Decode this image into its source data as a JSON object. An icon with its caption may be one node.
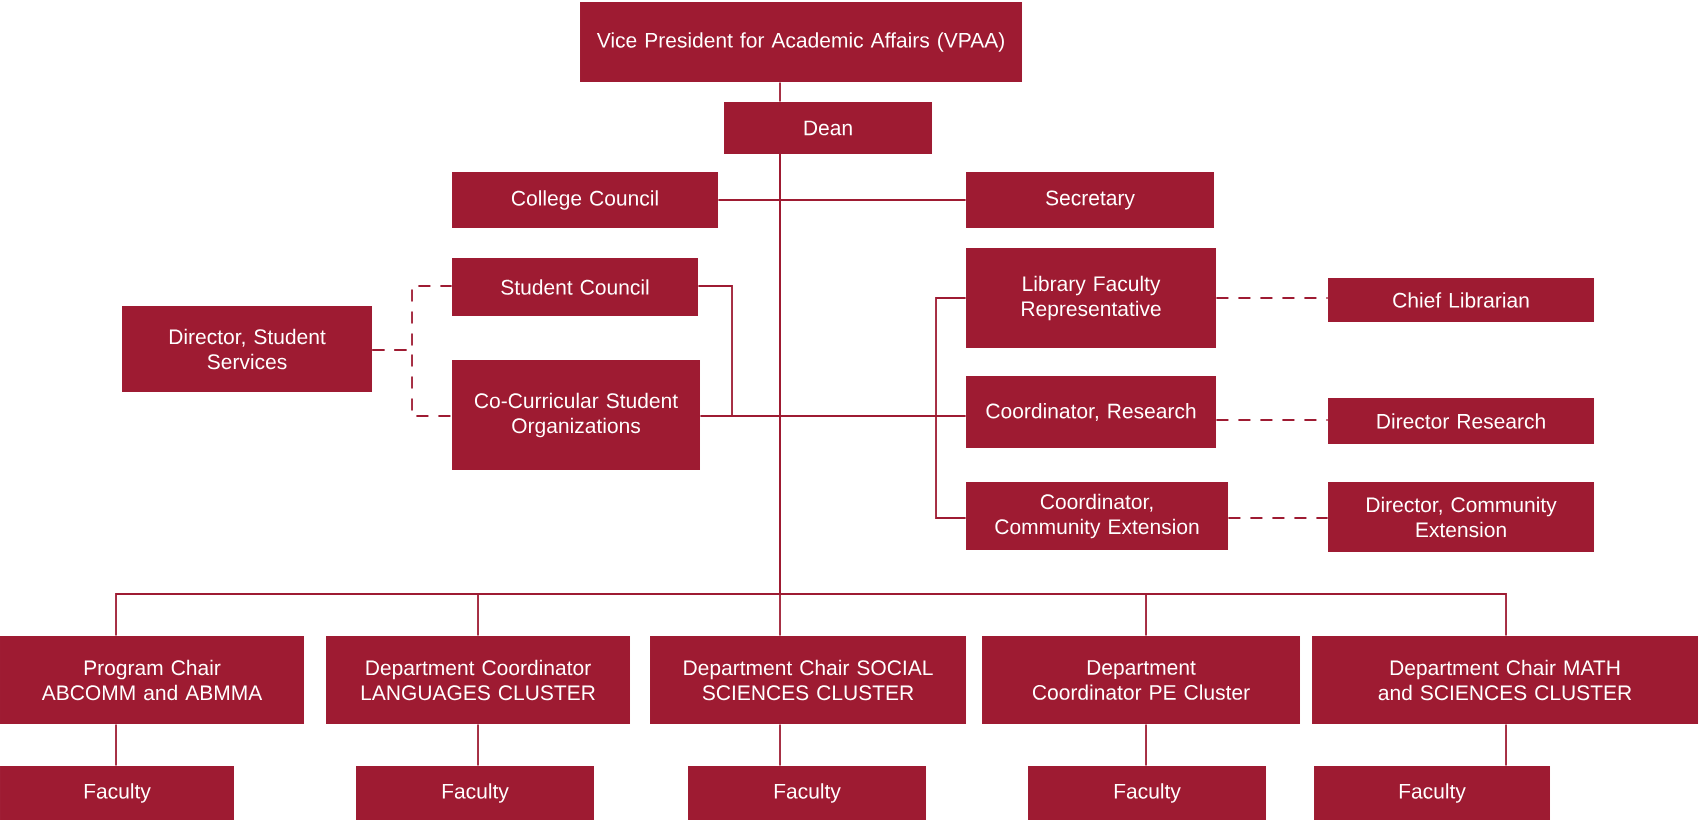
{
  "diagram": {
    "nodes": [
      {
        "text": [
          "Vice President for Academic Affairs (VPAA)"
        ]
      },
      {
        "text": [
          "Dean"
        ]
      },
      {
        "text": [
          "College Council"
        ]
      },
      {
        "text": [
          "Secretary"
        ]
      },
      {
        "text": [
          "Student Council"
        ]
      },
      {
        "text": [
          "Director, Student Services"
        ]
      },
      {
        "text": [
          "Co-Curricular Student Organizations"
        ]
      },
      {
        "text": [
          "Library Faculty Representative"
        ]
      },
      {
        "text": [
          "Chief Librarian"
        ]
      },
      {
        "text": [
          "Coordinator, Research"
        ]
      },
      {
        "text": [
          "Director Research"
        ]
      },
      {
        "text": [
          "Coordinator, Community Extension"
        ]
      },
      {
        "text": [
          "Director, Community Extension"
        ]
      },
      {
        "text": [
          "Program Chair ABCOMM and ABMMA"
        ]
      },
      {
        "text": [
          "Department Coordinator LANGUAGES CLUSTER"
        ]
      },
      {
        "text": [
          "Department Chair SOCIAL SCIENCES CLUSTER"
        ]
      },
      {
        "text": [
          "Department Coordinator PE Cluster"
        ]
      },
      {
        "text": [
          "Department Chair MATH and SCIENCES CLUSTER"
        ]
      },
      {
        "text": [
          "Faculty"
        ]
      },
      {
        "text": [
          "Faculty"
        ]
      },
      {
        "text": [
          "Faculty"
        ]
      },
      {
        "text": [
          "Faculty"
        ]
      },
      {
        "text": [
          "Faculty"
        ]
      }
    ],
    "edges": [
      {
        "from": 0,
        "to": 1,
        "arrow": "none"
      },
      {
        "from": 1,
        "to": 2,
        "arrow": "none"
      },
      {
        "from": 1,
        "to": 3,
        "arrow": "none"
      },
      {
        "from": 1,
        "to": 4,
        "arrow": "none"
      },
      {
        "from": 1,
        "to": 6,
        "arrow": "none"
      },
      {
        "from": 1,
        "to": 7,
        "arrow": "none"
      },
      {
        "from": 1,
        "to": 9,
        "arrow": "none"
      },
      {
        "from": 1,
        "to": 11,
        "arrow": "none"
      },
      {
        "from": 1,
        "to": 13,
        "arrow": "none"
      },
      {
        "from": 1,
        "to": 14,
        "arrow": "none"
      },
      {
        "from": 1,
        "to": 15,
        "arrow": "none"
      },
      {
        "from": 1,
        "to": 16,
        "arrow": "none"
      },
      {
        "from": 1,
        "to": 17,
        "arrow": "none"
      },
      {
        "from": 13,
        "to": 18,
        "arrow": "none"
      },
      {
        "from": 14,
        "to": 19,
        "arrow": "none"
      },
      {
        "from": 15,
        "to": 20,
        "arrow": "none"
      },
      {
        "from": 16,
        "to": 21,
        "arrow": "none"
      },
      {
        "from": 17,
        "to": 22,
        "arrow": "none"
      },
      {
        "from": 5,
        "to": 4,
        "arrow": "none",
        "style": "dashed"
      },
      {
        "from": 5,
        "to": 6,
        "arrow": "none",
        "style": "dashed"
      },
      {
        "from": 7,
        "to": 8,
        "arrow": "none",
        "style": "dashed"
      },
      {
        "from": 9,
        "to": 10,
        "arrow": "none",
        "style": "dashed"
      },
      {
        "from": 11,
        "to": 12,
        "arrow": "none",
        "style": "dashed"
      }
    ]
  }
}
